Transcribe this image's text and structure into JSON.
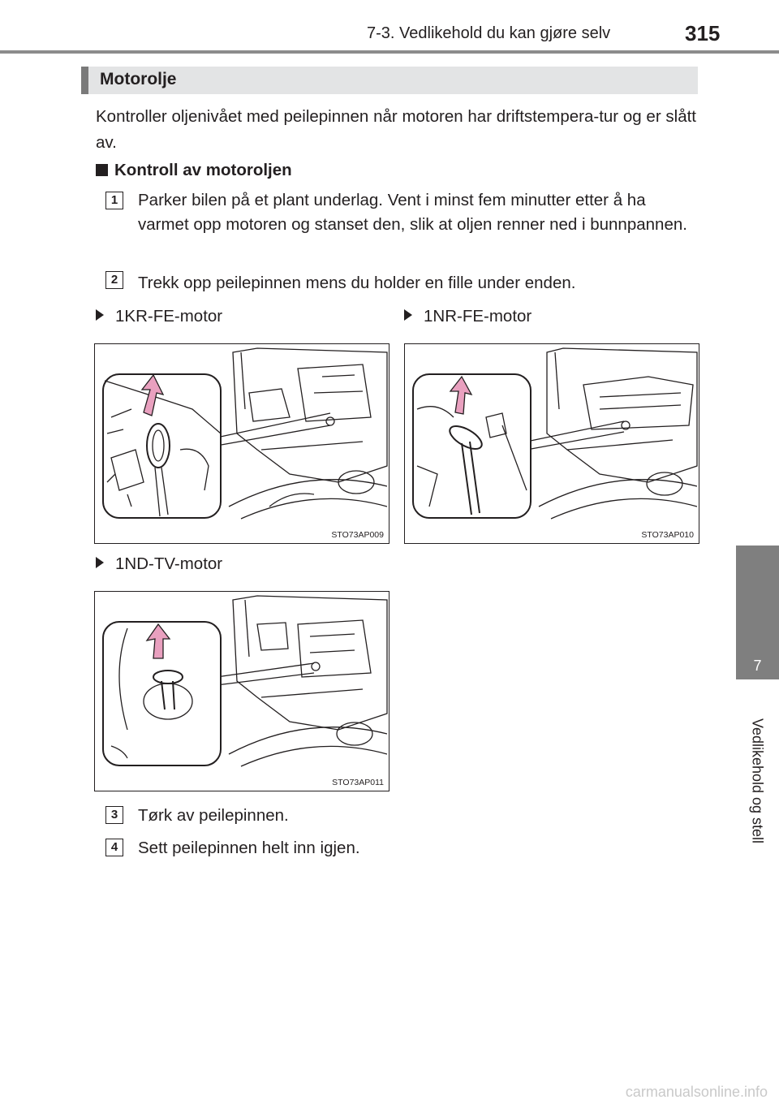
{
  "header": {
    "chapter": "7-3. Vedlikehold du kan gjøre selv",
    "page_number": "315"
  },
  "section": {
    "title": "Motorolje"
  },
  "intro": "Kontroller oljenivået med peilepinnen når motoren har driftstempera-tur og er slått av.",
  "subheading": "Kontroll av motoroljen",
  "steps": [
    {
      "number": "1",
      "text": "Parker bilen på et plant underlag. Vent i minst fem minutter etter å ha varmet opp motoren og stanset den, slik at oljen renner ned i bunnpannen."
    },
    {
      "number": "2",
      "text": "Trekk opp peilepinnen mens du holder en fille under enden."
    },
    {
      "number": "3",
      "text": "Tørk av peilepinnen."
    },
    {
      "number": "4",
      "text": "Sett peilepinnen helt inn igjen."
    }
  ],
  "figures": [
    {
      "label": "1KR-FE-motor",
      "code": "STO73AP009"
    },
    {
      "label": "1NR-FE-motor",
      "code": "STO73AP010"
    },
    {
      "label": "1ND-TV-motor",
      "code": "STO73AP011"
    }
  ],
  "side_tab": {
    "chapter_number": "7",
    "chapter_label": "Vedlikehold og stell"
  },
  "watermark": "carmanualsonline.info",
  "colors": {
    "tab_gray": "#7f7f7f",
    "section_bar": "#e3e4e5",
    "arrow_pink": "#e9a0bf"
  }
}
